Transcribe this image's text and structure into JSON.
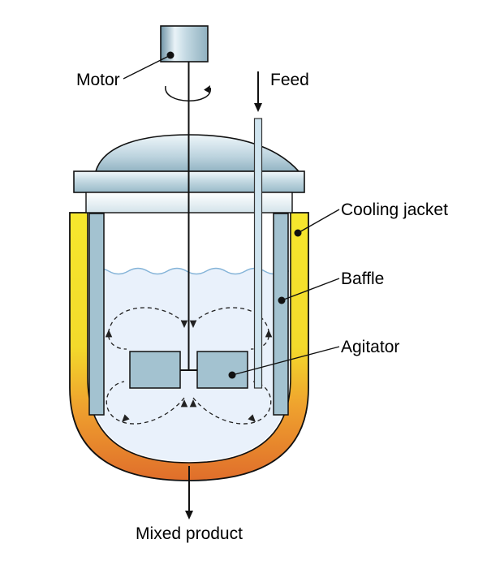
{
  "labels": {
    "motor": "Motor",
    "feed": "Feed",
    "cooling_jacket": "Cooling jacket",
    "baffle": "Baffle",
    "agitator": "Agitator",
    "mixed_product": "Mixed product"
  },
  "colors": {
    "steel": "#a3c2d0",
    "liquid": "#e9f1fb",
    "jacket_yellow": "#f6e72d",
    "jacket_orange": "#e06e2b",
    "outline": "#111111"
  }
}
